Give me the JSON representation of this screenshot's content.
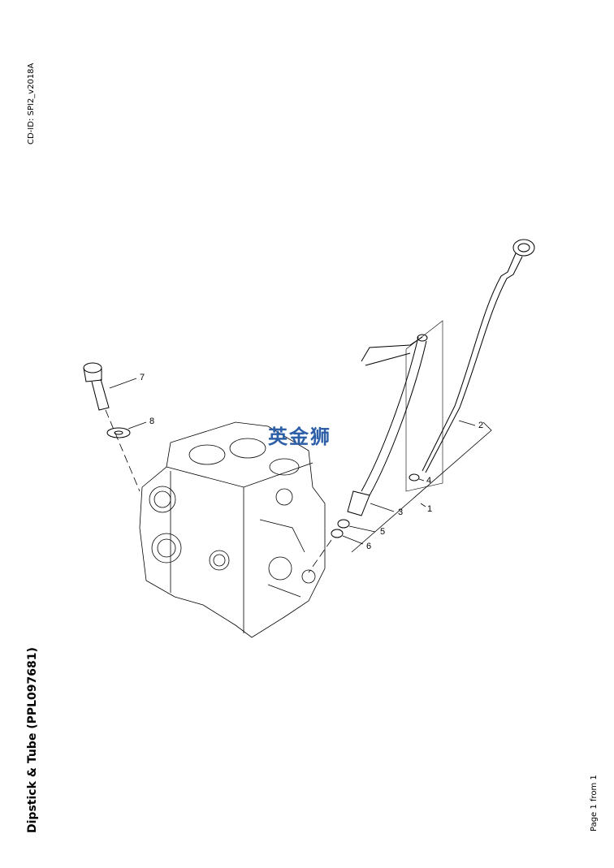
{
  "header": {
    "cd_id": "CD-ID: SPI2_v2018A"
  },
  "title": "Dipstick & Tube (PPL097681)",
  "footer": {
    "page": "Page 1 from 1"
  },
  "watermark": "英金狮",
  "callouts": [
    "1",
    "2",
    "3",
    "4",
    "5",
    "6",
    "7",
    "8"
  ]
}
